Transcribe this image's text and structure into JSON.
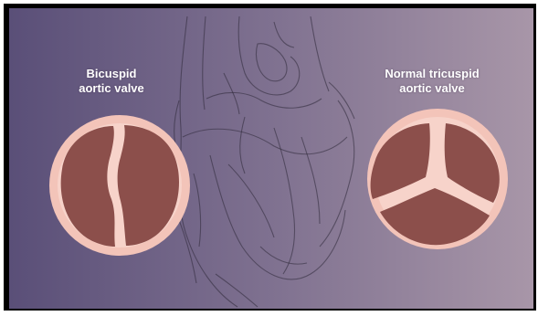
{
  "diagram": {
    "left_label": {
      "line1": "Bicuspid",
      "line2": "aortic valve"
    },
    "right_label": {
      "line1": "Normal tricuspid",
      "line2": "aortic valve"
    }
  },
  "colors": {
    "background_left": "#5a4f78",
    "background_right": "#a493a6",
    "valve_ring": "#f3c4b9",
    "valve_leaflet": "#8c4f4b",
    "sketch_line": "#2e2838",
    "frame_border": "#000000"
  }
}
